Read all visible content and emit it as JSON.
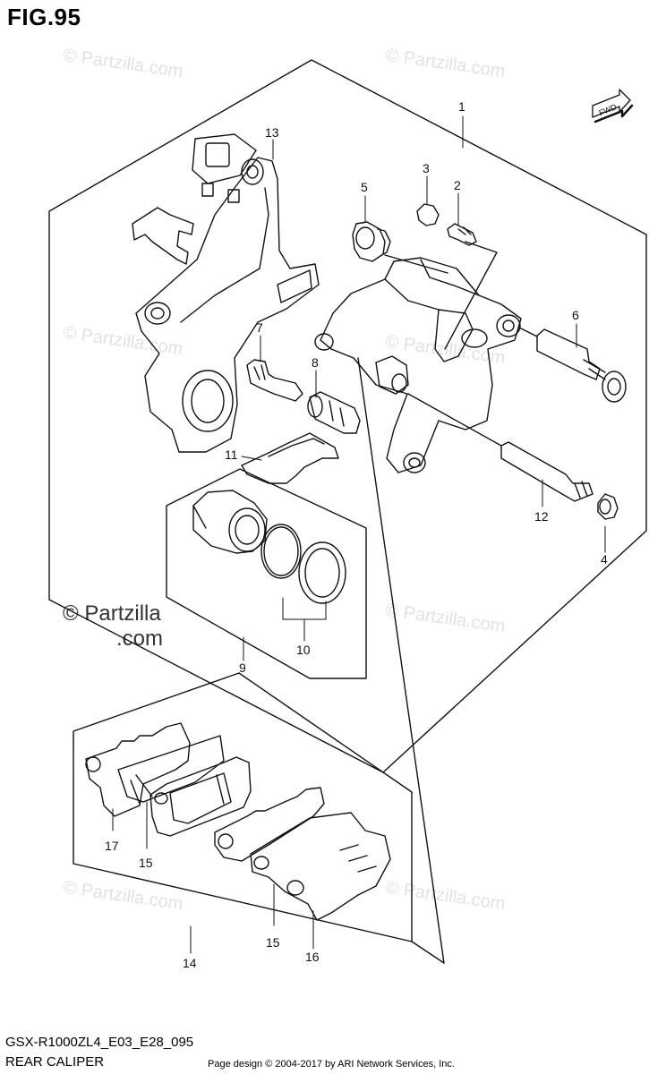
{
  "figure": {
    "title": "FIG.95",
    "model_code": "GSX-R1000ZL4_E03_E28_095",
    "name": "REAR CALIPER"
  },
  "copyright": "Page design © 2004-2017 by ARI Network Services, Inc.",
  "watermark": {
    "text": "© Partzilla.com",
    "main_line1": "© Partzilla",
    "main_line2": ".com"
  },
  "fwd_label": "FWD",
  "callouts": [
    "1",
    "2",
    "3",
    "4",
    "5",
    "6",
    "7",
    "8",
    "9",
    "10",
    "11",
    "12",
    "13",
    "14",
    "15",
    "15",
    "16",
    "17"
  ],
  "colors": {
    "line": "#111111",
    "watermark": "#e2e2e2"
  }
}
